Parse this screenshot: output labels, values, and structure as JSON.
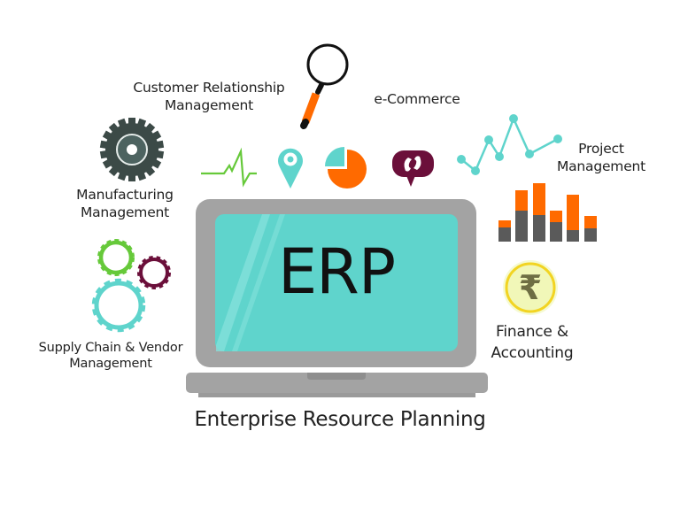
{
  "diagram": {
    "title": "ERP",
    "subtitle": "Enterprise Resource Planning",
    "modules": [
      {
        "id": "crm",
        "lines": [
          "Customer Relationship",
          "Management"
        ],
        "icon": "magnifier-icon"
      },
      {
        "id": "ecommerce",
        "lines": [
          "e-Commerce"
        ],
        "icon": "speech-bubble-icon"
      },
      {
        "id": "project",
        "lines": [
          "Project",
          "Management"
        ],
        "icon": "line-chart-icon"
      },
      {
        "id": "manufacturing",
        "lines": [
          "Manufacturing",
          "Management"
        ],
        "icon": "gear-icon"
      },
      {
        "id": "supply",
        "lines": [
          "Supply Chain & Vendor",
          "Management"
        ],
        "icon": "gears-icon"
      },
      {
        "id": "finance",
        "lines": [
          "Finance &",
          "Accounting"
        ],
        "icon": "rupee-coin-icon"
      }
    ],
    "decorative_icons": [
      "pulse-icon",
      "location-pin-icon",
      "pie-chart-icon",
      "speech-bubble-icon",
      "bar-chart-icon",
      "line-chart-icon"
    ],
    "currency_symbol": "₹",
    "colors": {
      "teal": "#5fd4cc",
      "orange": "#ff6a00",
      "green": "#66c93a",
      "maroon": "#6b0f3a",
      "dark_gray": "#5a5a5a",
      "laptop_gray": "#a3a3a3",
      "gear_dark": "#3c4a47",
      "coin_yellow": "#f2d422"
    }
  },
  "chart_data": [
    {
      "type": "line",
      "title": "",
      "x": [
        1,
        2,
        3,
        4,
        5,
        6,
        7
      ],
      "values": [
        45,
        30,
        70,
        48,
        98,
        53,
        72
      ],
      "note": "decorative line sparkline (relative heights)"
    },
    {
      "type": "bar",
      "title": "",
      "categories": [
        "1",
        "2",
        "3",
        "4",
        "5",
        "6"
      ],
      "series": [
        {
          "name": "gray",
          "values": [
            16,
            35,
            30,
            22,
            13,
            15
          ]
        },
        {
          "name": "orange",
          "values": [
            8,
            23,
            36,
            13,
            40,
            14
          ]
        }
      ],
      "note": "decorative stacked bar icon (pixel heights)"
    },
    {
      "type": "pie",
      "title": "",
      "values": [
        75,
        25
      ],
      "labels": [
        "orange",
        "teal"
      ]
    }
  ]
}
